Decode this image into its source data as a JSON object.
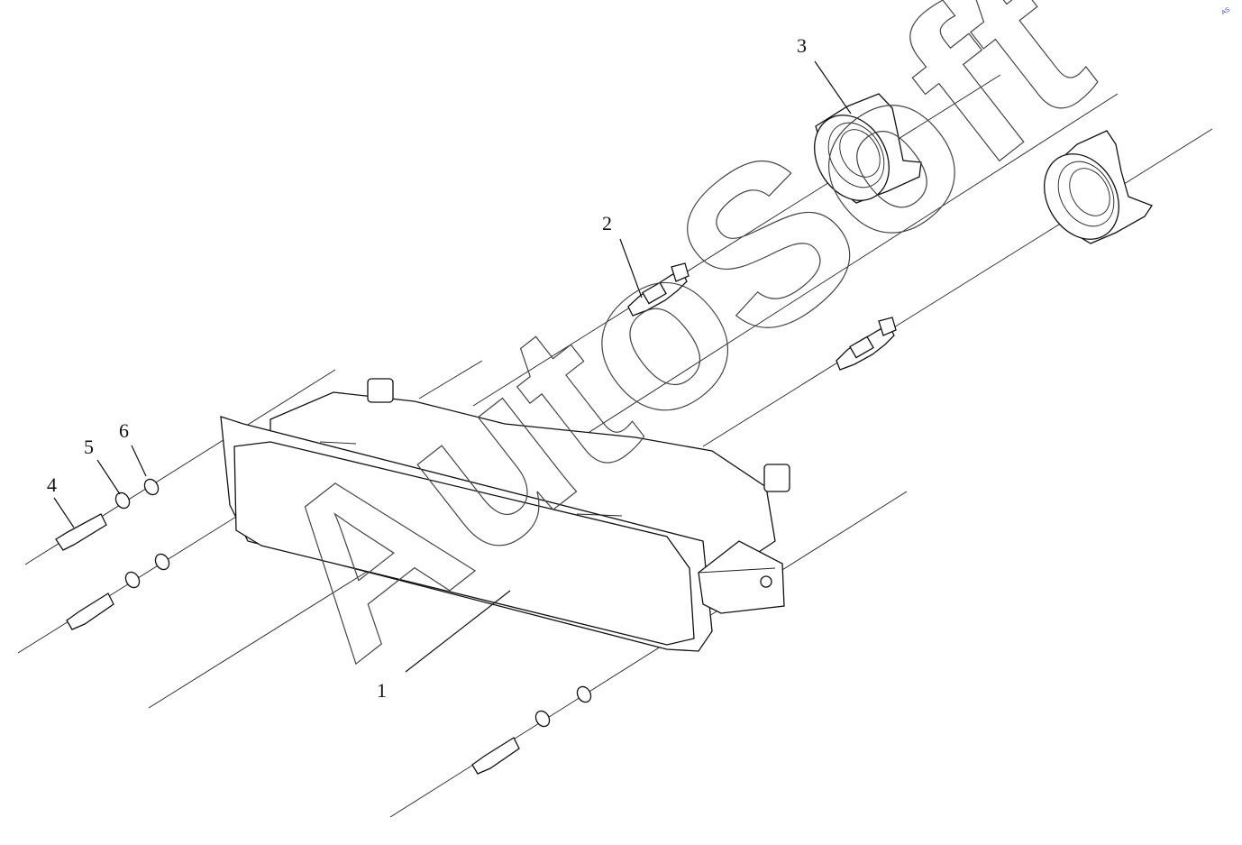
{
  "diagram": {
    "callouts": [
      {
        "id": "1",
        "label": "1"
      },
      {
        "id": "2",
        "label": "2"
      },
      {
        "id": "3",
        "label": "3"
      },
      {
        "id": "4",
        "label": "4"
      },
      {
        "id": "5",
        "label": "5"
      },
      {
        "id": "6",
        "label": "6"
      }
    ],
    "watermark": "AutoSoft",
    "corner_mark": "AS"
  }
}
